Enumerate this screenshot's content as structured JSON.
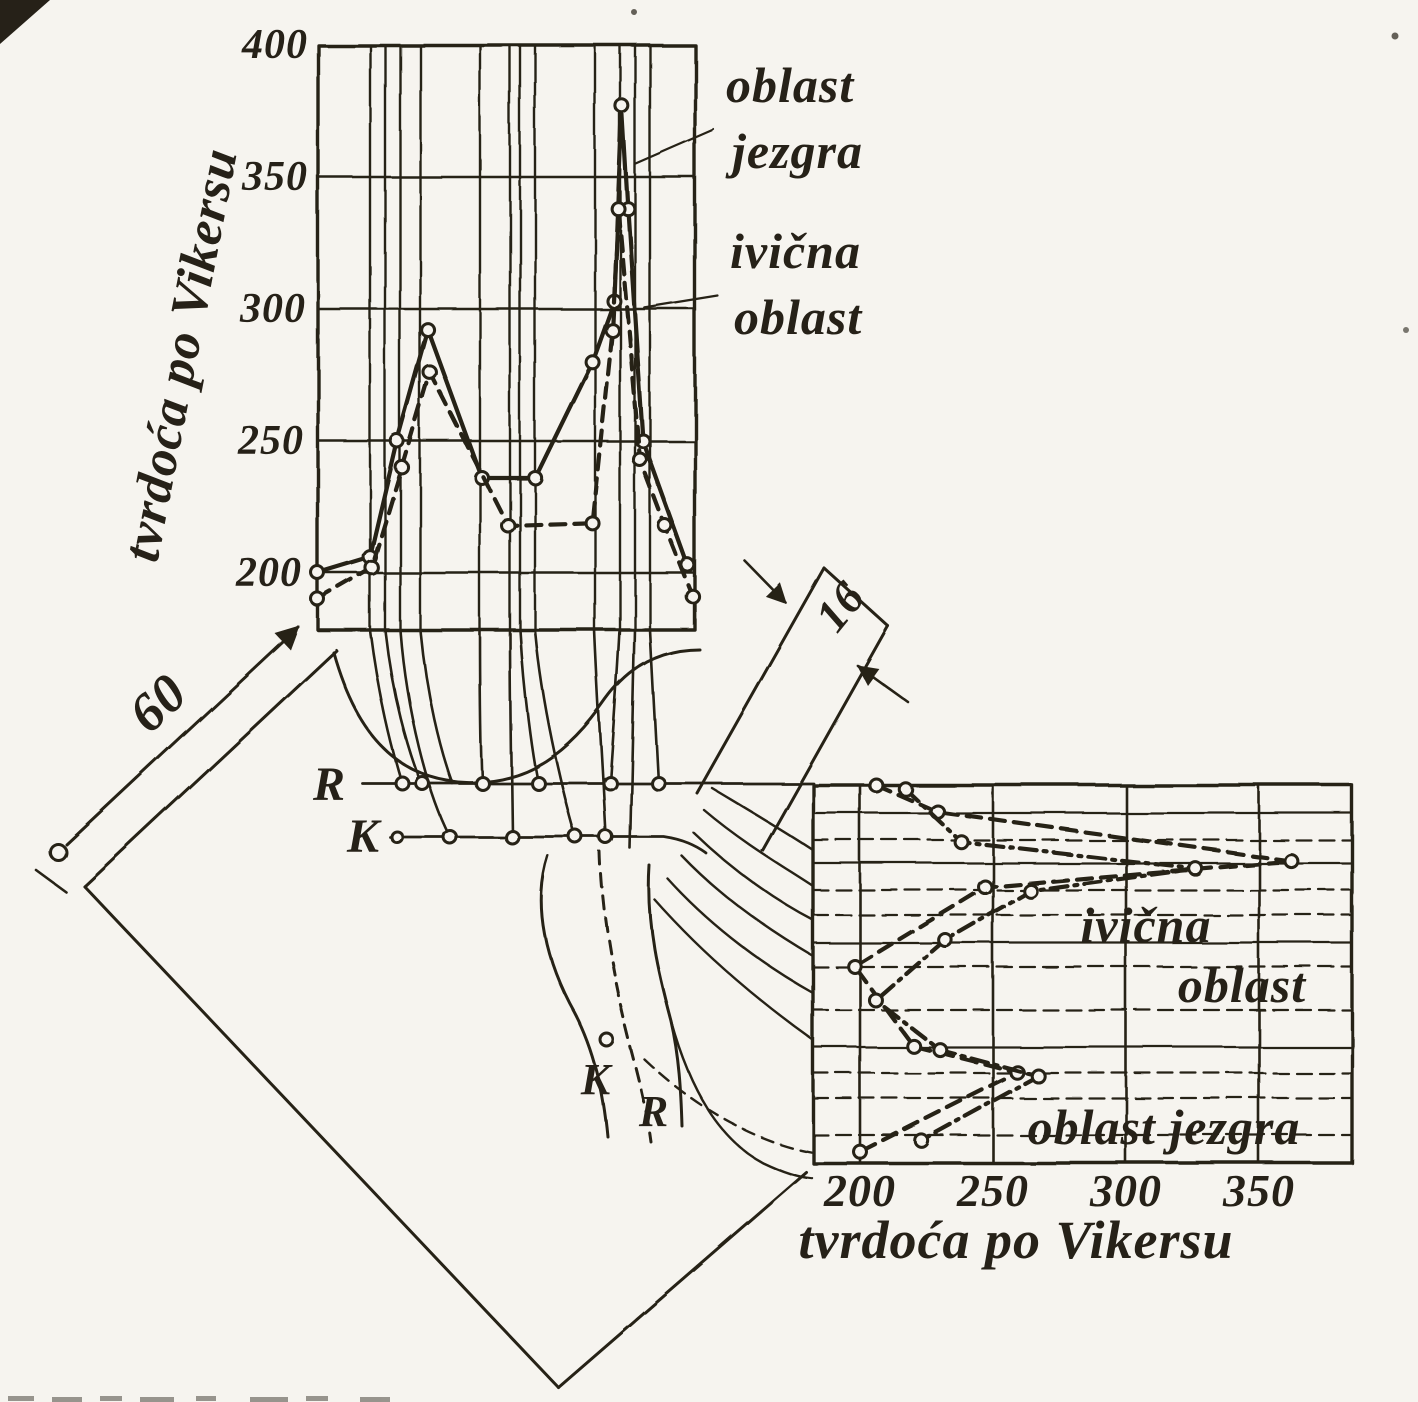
{
  "palette": {
    "paper": "#f6f4ef",
    "ink": "#262118"
  },
  "chart_data": [
    {
      "id": "hardness-traverse-across-weld",
      "type": "line",
      "title": "",
      "xlabel": "",
      "ylabel": "tvrdoća po Vikersu",
      "yticks": [
        400,
        350,
        300,
        250,
        200
      ],
      "ylim": [
        180,
        400
      ],
      "grid": true,
      "legend_position": "callouts-right",
      "series": [
        {
          "name": "oblast jezgra",
          "style": "solid",
          "marker": "circle",
          "points": [
            [
              0,
              200
            ],
            [
              13.8,
              206
            ],
            [
              21,
              250
            ],
            [
              29.2,
              292
            ],
            [
              43.5,
              236
            ],
            [
              57.6,
              236
            ],
            [
              72.7,
              280
            ],
            [
              78.5,
              303
            ],
            [
              80.6,
              377
            ],
            [
              82.2,
              338
            ],
            [
              86.2,
              250
            ],
            [
              98.1,
              203
            ]
          ]
        },
        {
          "name": "ivična oblast",
          "style": "dashed",
          "marker": "circle",
          "points": [
            [
              0,
              190
            ],
            [
              14.3,
              202
            ],
            [
              22.3,
              240
            ],
            [
              29.7,
              276
            ],
            [
              50.4,
              218
            ],
            [
              72.7,
              219
            ],
            [
              78,
              292
            ],
            [
              79.6,
              338
            ],
            [
              85.4,
              243
            ],
            [
              92,
              218
            ],
            [
              99.5,
              191
            ]
          ]
        }
      ],
      "callouts": [
        {
          "text_line1": "oblast",
          "text_line2": "jezgra"
        },
        {
          "text_line1": "ivična",
          "text_line2": "oblast"
        }
      ]
    },
    {
      "id": "hardness-through-plate-thickness",
      "type": "line",
      "title": "",
      "xlabel": "tvrdoća po Vikersu",
      "xticks": [
        200,
        250,
        300,
        350
      ],
      "xlim": [
        185,
        385
      ],
      "grid": true,
      "annotations": {
        "edge_region_line1": "ivična",
        "edge_region_line2": "oblast",
        "core_region": "oblast jezgra"
      },
      "series": [
        {
          "name": "ivična oblast",
          "style": "dashed",
          "marker": "circle",
          "points_hv_depth": [
            [
              206,
              0
            ],
            [
              229,
              7
            ],
            [
              362,
              20
            ],
            [
              247,
              27
            ],
            [
              198,
              48
            ],
            [
              220,
              69
            ],
            [
              259,
              76
            ],
            [
              200,
              97
            ]
          ]
        },
        {
          "name": "oblast jezgra",
          "style": "dash-dot",
          "marker": "circle",
          "points_hv_depth": [
            [
              217,
              1
            ],
            [
              238,
              15
            ],
            [
              326,
              22
            ],
            [
              264,
              28
            ],
            [
              232,
              41
            ],
            [
              206,
              57
            ],
            [
              230,
              70
            ],
            [
              267,
              77
            ],
            [
              223,
              94
            ]
          ]
        }
      ]
    }
  ],
  "drawing": {
    "width_dimension": "60",
    "thickness_dimension": "16",
    "traverse_labels": {
      "r_upper": "R",
      "k_upper": "K",
      "k_lower": "K",
      "r_lower": "R"
    }
  }
}
